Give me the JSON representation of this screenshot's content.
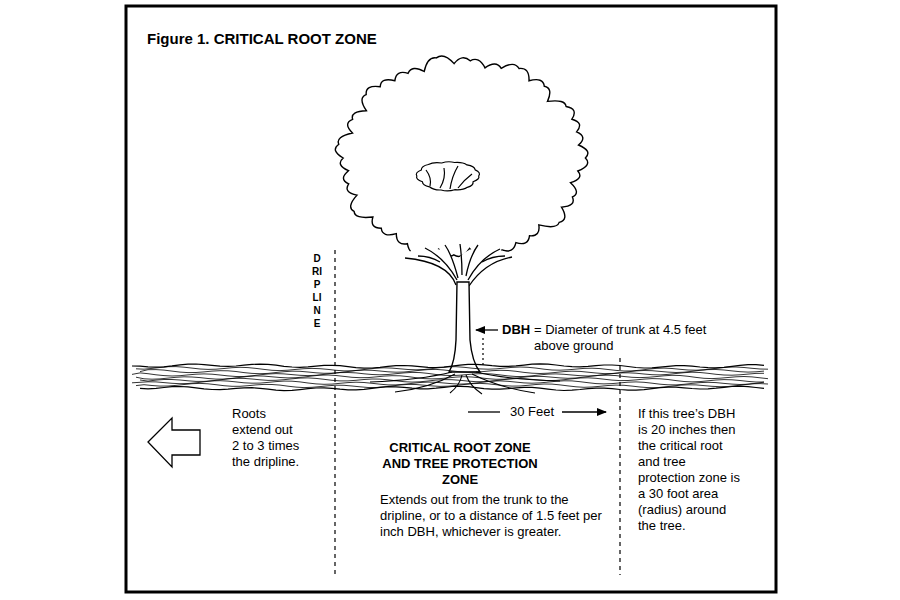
{
  "diagram": {
    "title": "Figure 1. CRITICAL ROOT ZONE",
    "labels": [
      "DRIPLINE",
      "DBH",
      "= Diameter of trunk at 4.5 feet above ground",
      "30 Feet",
      "Roots extend out 2 to 3 times the dripline.",
      "CRITICAL ROOT ZONE AND TREE PROTECTION ZONE",
      "Extends out from the trunk to the dripline, or to a distance of 1.5 feet per inch DBH, whichever is greater.",
      "If this tree’s DBH is 20 inches then the critical root and tree protection zone is a 30 foot area (radius) around the tree."
    ]
  }
}
